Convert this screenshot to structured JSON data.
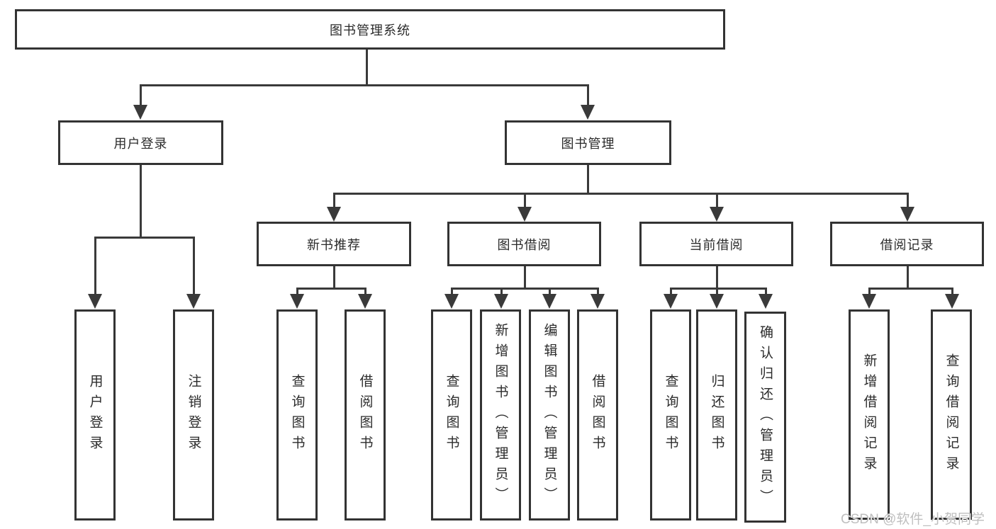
{
  "nodes": {
    "root": "图书管理系统",
    "level2": [
      "用户登录",
      "图书管理"
    ],
    "level3": [
      "新书推荐",
      "图书借阅",
      "当前借阅",
      "借阅记录"
    ],
    "leaves_user": [
      "用户登录",
      "注销登录"
    ],
    "leaves_newbook": [
      "查询图书",
      "借阅图书"
    ],
    "leaves_borrow": [
      "查询图书",
      "新增图书（管理员）",
      "编辑图书（管理员）",
      "借阅图书"
    ],
    "leaves_current": [
      "查询图书",
      "归还图书",
      "确认归还（管理员）"
    ],
    "leaves_record": [
      "新增借阅记录",
      "查询借阅记录"
    ]
  },
  "colors": {
    "line": "#3a3a3a",
    "border": "#333333",
    "text": "#2b2b2b",
    "watermark": "#bfbfbf",
    "background": "#ffffff"
  },
  "watermark": "CSDN @软件_小贺同学"
}
